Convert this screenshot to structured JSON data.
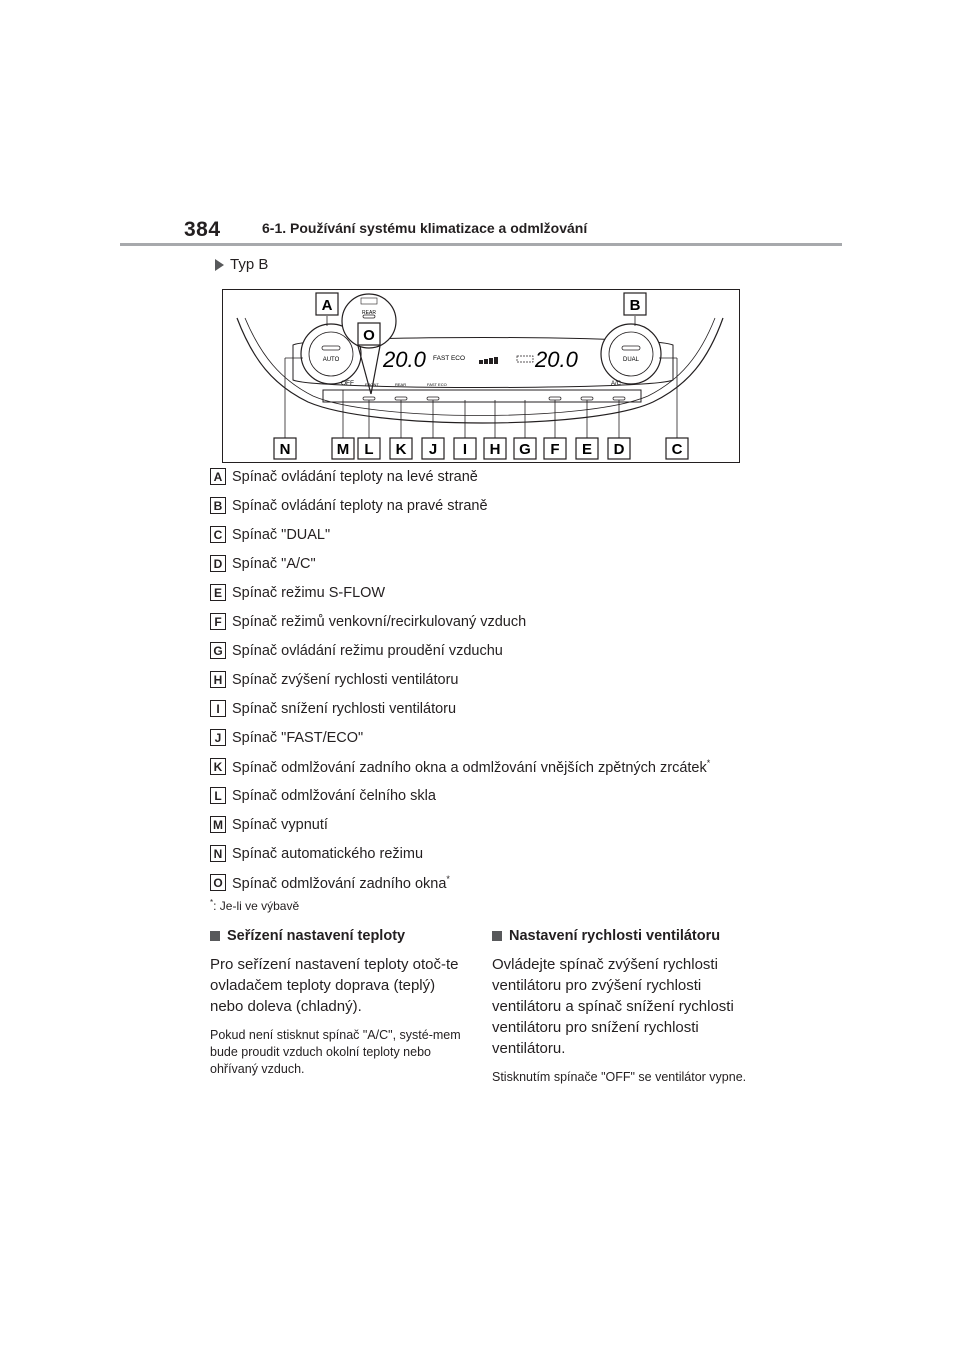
{
  "header": {
    "page_number": "384",
    "chapter": "6-1. Používání systému klimatizace a odmlžování"
  },
  "variant": {
    "label": "Typ B"
  },
  "figure": {
    "callouts": [
      "A",
      "B",
      "O",
      "N",
      "M",
      "L",
      "K",
      "J",
      "I",
      "H",
      "G",
      "F",
      "E",
      "D",
      "C"
    ],
    "left_temp": "20.0",
    "right_temp": "20.0",
    "fast_eco": "FAST ECO",
    "left_knob_label": "AUTO",
    "right_knob_label": "DUAL",
    "button_labels": [
      "OFF",
      "FRONT",
      "REAR",
      "FAST ECO",
      "A/C"
    ],
    "rear_label": "REAR"
  },
  "legend": [
    {
      "key": "A",
      "text": "Spínač ovládání teploty na levé straně",
      "star": ""
    },
    {
      "key": "B",
      "text": "Spínač ovládání teploty na pravé straně",
      "star": ""
    },
    {
      "key": "C",
      "text": "Spínač \"DUAL\"",
      "star": ""
    },
    {
      "key": "D",
      "text": "Spínač \"A/C\"",
      "star": ""
    },
    {
      "key": "E",
      "text": "Spínač režimu S-FLOW",
      "star": ""
    },
    {
      "key": "F",
      "text": "Spínač režimů venkovní/recirkulovaný vzduch",
      "star": ""
    },
    {
      "key": "G",
      "text": "Spínač ovládání režimu proudění vzduchu",
      "star": ""
    },
    {
      "key": "H",
      "text": "Spínač zvýšení rychlosti ventilátoru",
      "star": ""
    },
    {
      "key": "I",
      "text": "Spínač snížení rychlosti ventilátoru",
      "star": ""
    },
    {
      "key": "J",
      "text": "Spínač \"FAST/ECO\"",
      "star": ""
    },
    {
      "key": "K",
      "text": "Spínač odmlžování zadního okna a odmlžování vnějších zpětných zrcátek",
      "star": "*"
    },
    {
      "key": "L",
      "text": "Spínač odmlžování čelního skla",
      "star": ""
    },
    {
      "key": "M",
      "text": "Spínač vypnutí",
      "star": ""
    },
    {
      "key": "N",
      "text": "Spínač automatického režimu",
      "star": ""
    },
    {
      "key": "O",
      "text": "Spínač odmlžování zadního okna",
      "star": "*"
    }
  ],
  "footnote": {
    "star": "*",
    "text": ": Je-li ve výbavě"
  },
  "sections": {
    "left": {
      "heading": "Seřízení nastavení teploty",
      "body": "Pro seřízení nastavení teploty otoč-te ovladačem teploty doprava (teplý) nebo doleva (chladný).",
      "note": "Pokud není stisknut spínač \"A/C\", systé-mem bude proudit vzduch okolní teploty nebo ohřívaný vzduch."
    },
    "right": {
      "heading": "Nastavení rychlosti ventilátoru",
      "body": "Ovládejte spínač zvýšení rychlosti ventilátoru pro zvýšení rychlosti ventilátoru a spínač snížení rychlosti ventilátoru pro snížení rychlosti ventilátoru.",
      "note": "Stisknutím spínače \"OFF\" se ventilátor vypne."
    }
  }
}
